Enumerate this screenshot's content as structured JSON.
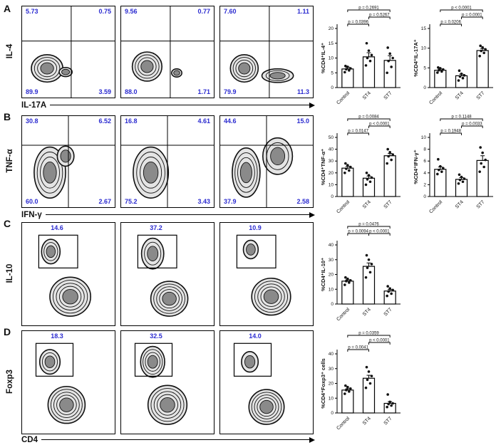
{
  "figure": {
    "accent_blue": "#2b2bd0",
    "panel_labels": [
      "A",
      "B",
      "C",
      "D"
    ]
  },
  "panels": [
    {
      "label": "A",
      "ylabel": "IL-4",
      "xlabel": "IL-17A",
      "plots": [
        {
          "tl": "5.73",
          "tr": "0.75",
          "bl": "89.9",
          "br": "3.59"
        },
        {
          "tl": "9.56",
          "tr": "0.77",
          "bl": "88.0",
          "br": "1.71"
        },
        {
          "tl": "7.60",
          "tr": "1.11",
          "bl": "79.9",
          "br": "11.3"
        }
      ]
    },
    {
      "label": "B",
      "ylabel": "TNF-α",
      "xlabel": "IFN-γ",
      "plots": [
        {
          "tl": "30.8",
          "tr": "6.52",
          "bl": "60.0",
          "br": "2.67"
        },
        {
          "tl": "16.8",
          "tr": "4.61",
          "bl": "75.2",
          "br": "3.43"
        },
        {
          "tl": "44.6",
          "tr": "15.0",
          "bl": "37.9",
          "br": "2.58"
        }
      ]
    },
    {
      "label": "C",
      "ylabel": "IL-10",
      "xlabel": "",
      "plots": [
        {
          "gate": "14.6"
        },
        {
          "gate": "37.2"
        },
        {
          "gate": "10.9"
        }
      ]
    },
    {
      "label": "D",
      "ylabel": "Foxp3",
      "xlabel": "CD4",
      "plots": [
        {
          "gate": "18.3"
        },
        {
          "gate": "32.5"
        },
        {
          "gate": "14.0"
        }
      ]
    }
  ],
  "chart_data": [
    {
      "type": "bar",
      "ylabel": "%CD4⁺IL-4⁺",
      "categories": [
        "Control",
        "ST4",
        "ST7"
      ],
      "values": [
        6.3,
        10.4,
        9.2
      ],
      "errors": [
        0.6,
        1.4,
        1.6
      ],
      "dots": [
        [
          5.2,
          5.8,
          6.2,
          6.5,
          7.0,
          7.3
        ],
        [
          7.5,
          9,
          10,
          11,
          12.5,
          15
        ],
        [
          5,
          7,
          9,
          10,
          11.5,
          13.5
        ]
      ],
      "ylim": [
        0,
        20
      ],
      "yticks": [
        0,
        5,
        10,
        15,
        20
      ],
      "comparisons": [
        {
          "a": 0,
          "b": 2,
          "p": "p = 0.2691",
          "row": 2
        },
        {
          "a": 1,
          "b": 2,
          "p": "p = 0.5267",
          "row": 1
        },
        {
          "a": 0,
          "b": 1,
          "p": "p = 0.0396",
          "row": 0
        }
      ]
    },
    {
      "type": "bar",
      "ylabel": "%CD4⁺IL-17A⁺",
      "categories": [
        "Control",
        "ST4",
        "ST7"
      ],
      "values": [
        4.4,
        3.0,
        9.4
      ],
      "errors": [
        0.3,
        0.4,
        0.5
      ],
      "dots": [
        [
          3.8,
          4.1,
          4.4,
          4.6,
          4.9,
          5.1
        ],
        [
          1.8,
          2.4,
          2.8,
          3.1,
          3.5,
          4.3
        ],
        [
          8,
          8.8,
          9.3,
          9.7,
          10.2,
          10.6
        ]
      ],
      "ylim": [
        0,
        15
      ],
      "yticks": [
        0,
        5,
        10,
        15
      ],
      "comparisons": [
        {
          "a": 0,
          "b": 2,
          "p": "p < 0.0001",
          "row": 2
        },
        {
          "a": 1,
          "b": 2,
          "p": "p = 0.0001",
          "row": 1
        },
        {
          "a": 0,
          "b": 1,
          "p": "p = 0.0206",
          "row": 0
        }
      ]
    },
    {
      "type": "bar",
      "ylabel": "%CD4⁺TNF-α⁺",
      "categories": [
        "Control",
        "ST4",
        "ST7"
      ],
      "values": [
        24,
        15.5,
        34.5
      ],
      "errors": [
        1.5,
        1.8,
        1.9
      ],
      "dots": [
        [
          20,
          22,
          23.5,
          25,
          26.5,
          28
        ],
        [
          10,
          12.5,
          14.5,
          16,
          18,
          20
        ],
        [
          28,
          31,
          34,
          35.5,
          37.5,
          40
        ]
      ],
      "ylim": [
        0,
        50
      ],
      "yticks": [
        0,
        10,
        20,
        30,
        40,
        50
      ],
      "comparisons": [
        {
          "a": 0,
          "b": 2,
          "p": "p = 0.0084",
          "row": 2
        },
        {
          "a": 1,
          "b": 2,
          "p": "p < 0.0001",
          "row": 1
        },
        {
          "a": 0,
          "b": 1,
          "p": "p = 0.0147",
          "row": 0
        }
      ]
    },
    {
      "type": "bar",
      "ylabel": "%CD4⁺IFN-γ⁺",
      "categories": [
        "Control",
        "ST4",
        "ST7"
      ],
      "values": [
        4.6,
        2.9,
        6.1
      ],
      "errors": [
        0.4,
        0.3,
        0.8
      ],
      "dots": [
        [
          3.8,
          4.2,
          4.5,
          4.8,
          5.1,
          6.3
        ],
        [
          2.2,
          2.5,
          2.8,
          3.0,
          3.3,
          3.7
        ],
        [
          4.2,
          5.0,
          5.6,
          6.2,
          7.4,
          8.3
        ]
      ],
      "ylim": [
        0,
        10
      ],
      "yticks": [
        0,
        2,
        4,
        6,
        8,
        10
      ],
      "comparisons": [
        {
          "a": 0,
          "b": 2,
          "p": "p = 0.1148",
          "row": 2
        },
        {
          "a": 1,
          "b": 2,
          "p": "p = 0.0033",
          "row": 1
        },
        {
          "a": 0,
          "b": 1,
          "p": "p = 0.1948",
          "row": 0
        }
      ]
    },
    {
      "type": "bar",
      "ylabel": "%CD4⁺IL-10⁺",
      "categories": [
        "Control",
        "ST4",
        "ST7"
      ],
      "values": [
        15.5,
        25.5,
        8.8
      ],
      "errors": [
        0.9,
        2.3,
        1.0
      ],
      "dots": [
        [
          13,
          14.5,
          15.5,
          16,
          17,
          18
        ],
        [
          18,
          21.5,
          24.5,
          27,
          30,
          33
        ],
        [
          5.5,
          7,
          8.5,
          9.5,
          10.5,
          12
        ]
      ],
      "ylim": [
        0,
        40
      ],
      "yticks": [
        0,
        10,
        20,
        30,
        40
      ],
      "comparisons": [
        {
          "a": 0,
          "b": 2,
          "p": "p = 0.0476",
          "row": 2
        },
        {
          "a": 0,
          "b": 1,
          "p": "p = 0.0094",
          "row": 1
        },
        {
          "a": 1,
          "b": 2,
          "p": "p < 0.0001",
          "row": 1
        }
      ]
    },
    {
      "type": "bar",
      "ylabel": "%CD4⁺Foxp3⁺ cells",
      "categories": [
        "Control",
        "ST4",
        "ST7"
      ],
      "values": [
        15.5,
        23.5,
        6.5
      ],
      "errors": [
        0.9,
        2.0,
        1.2
      ],
      "dots": [
        [
          13,
          14.5,
          15.5,
          16.5,
          17.5,
          18.5
        ],
        [
          17,
          20,
          22.5,
          25,
          28,
          31
        ],
        [
          4,
          5,
          6,
          6.5,
          7.5,
          12.5
        ]
      ],
      "ylim": [
        0,
        40
      ],
      "yticks": [
        0,
        10,
        20,
        30,
        40
      ],
      "comparisons": [
        {
          "a": 0,
          "b": 2,
          "p": "p = 0.0359",
          "row": 2
        },
        {
          "a": 1,
          "b": 2,
          "p": "p < 0.0001",
          "row": 1
        },
        {
          "a": 0,
          "b": 1,
          "p": "p = 0.0041",
          "row": 0
        }
      ]
    }
  ]
}
